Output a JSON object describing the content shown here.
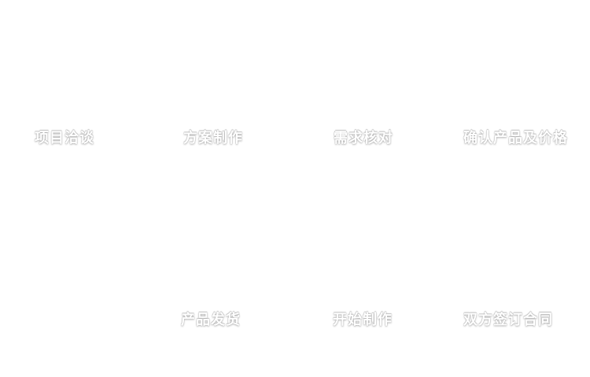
{
  "canvas": {
    "background_color": "#ffffff",
    "label_text_color": "#ffffff"
  },
  "flow": {
    "top_row": [
      {
        "label": "项目洽谈"
      },
      {
        "label": "方案制作"
      },
      {
        "label": "需求核对"
      },
      {
        "label": "确认产品及价格"
      }
    ],
    "bottom_row": [
      {
        "label": "双方签订合同"
      },
      {
        "label": "开始制作"
      },
      {
        "label": "产品发货"
      }
    ]
  }
}
